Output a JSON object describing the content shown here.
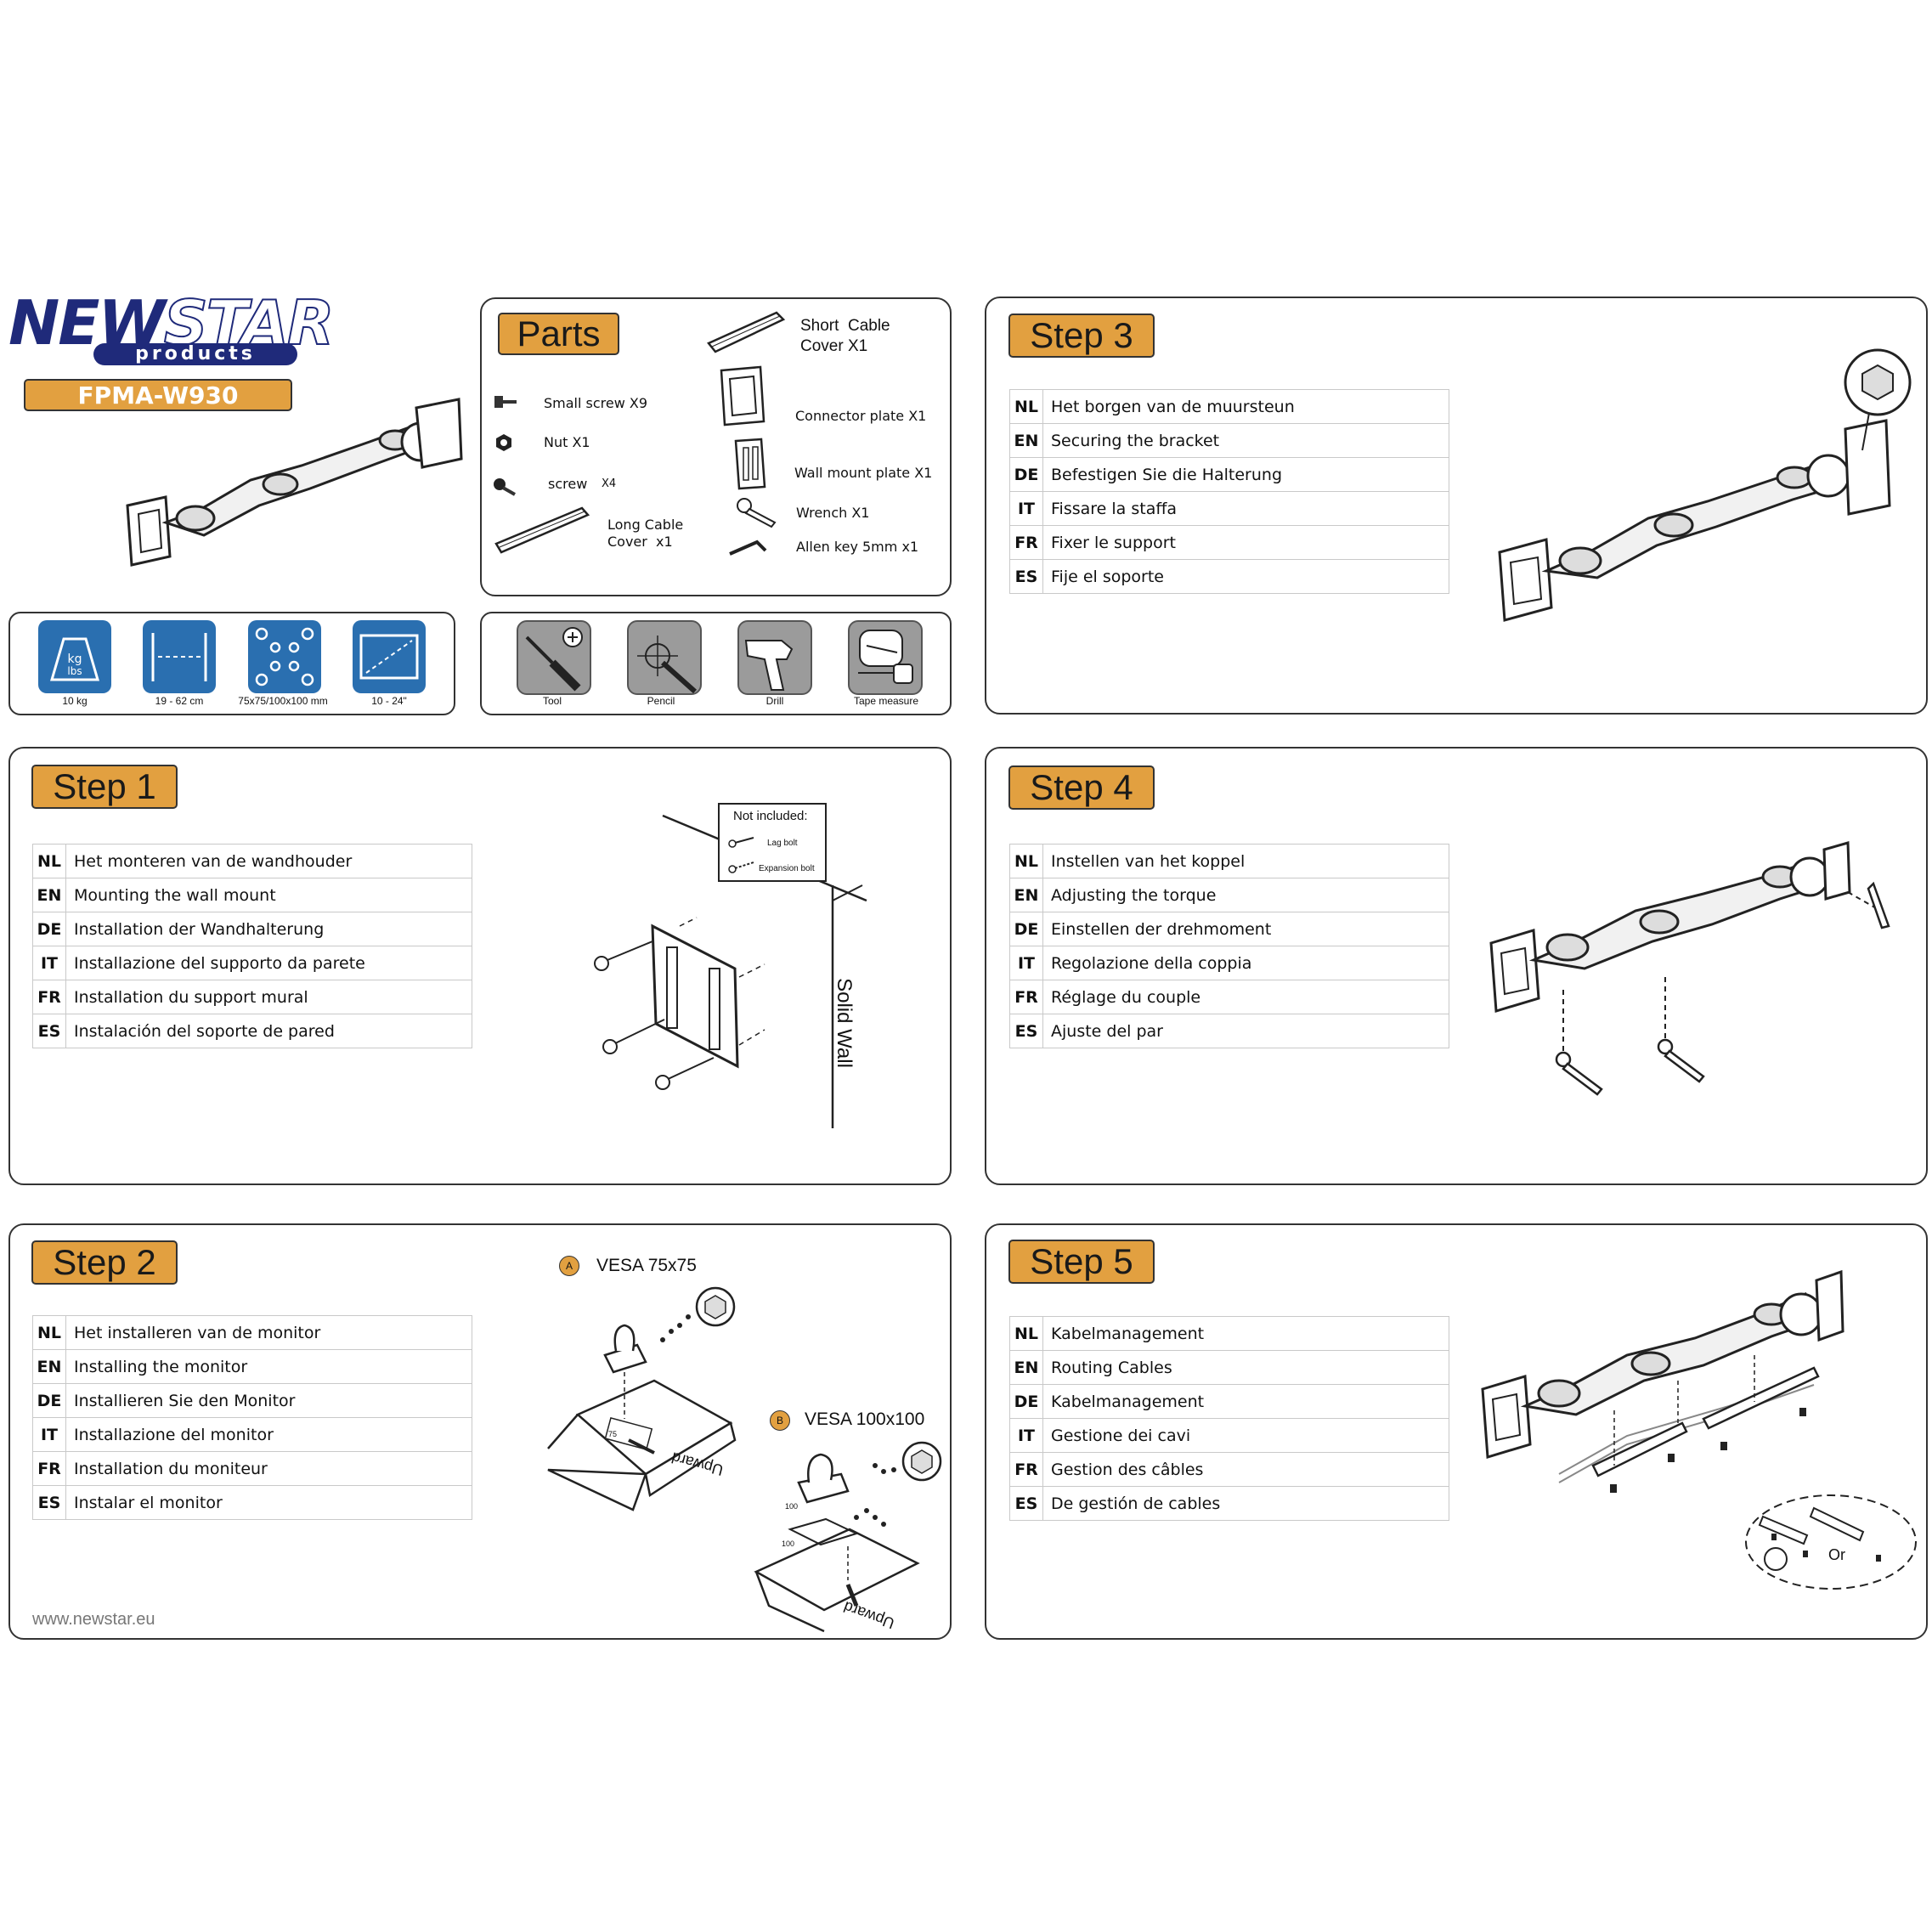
{
  "brand": {
    "name_part1": "NEW",
    "name_part2": "STAR",
    "sub": "products",
    "model": "FPMA-W930"
  },
  "specs": [
    {
      "icon": "weight-icon",
      "label": "10 kg",
      "icon_text": "kg\nlbs"
    },
    {
      "icon": "distance-icon",
      "label": "19 - 62 cm"
    },
    {
      "icon": "vesa-icon",
      "label": "75x75/100x100 mm"
    },
    {
      "icon": "screen-size-icon",
      "label": "10 - 24\""
    }
  ],
  "parts": {
    "title": "Parts",
    "items": {
      "small_screw": "Small screw X9",
      "nut": "Nut X1",
      "screw": "screw",
      "screw_qty": "X4",
      "long_cover": "Long Cable\nCover  x1",
      "short_cover": "Short  Cable\nCover X1",
      "connector": "Connector plate X1",
      "wall_plate": "Wall mount plate X1",
      "wrench": "Wrench X1",
      "allen": "Allen key 5mm x1"
    }
  },
  "tools": [
    {
      "icon": "screwdriver-icon",
      "label": "Tool"
    },
    {
      "icon": "pencil-icon",
      "label": "Pencil"
    },
    {
      "icon": "drill-icon",
      "label": "Drill"
    },
    {
      "icon": "tape-measure-icon",
      "label": "Tape measure"
    }
  ],
  "steps": {
    "step1": {
      "title": "Step 1",
      "rows": [
        {
          "code": "NL",
          "text": "Het monteren van de wandhouder"
        },
        {
          "code": "EN",
          "text": "Mounting the wall mount"
        },
        {
          "code": "DE",
          "text": "Installation der Wandhalterung"
        },
        {
          "code": "IT",
          "text": "Installazione del supporto da parete"
        },
        {
          "code": "FR",
          "text": "Installation du support mural"
        },
        {
          "code": "ES",
          "text": "Instalación del soporte de pared"
        }
      ],
      "not_included": "Not included:",
      "lag_bolt": "Lag bolt",
      "expansion_bolt": "Expansion bolt",
      "wall": "Solid Wall"
    },
    "step2": {
      "title": "Step 2",
      "rows": [
        {
          "code": "NL",
          "text": "Het installeren van de monitor"
        },
        {
          "code": "EN",
          "text": "Installing the monitor"
        },
        {
          "code": "DE",
          "text": "Installieren Sie den Monitor"
        },
        {
          "code": "IT",
          "text": "Installazione del monitor"
        },
        {
          "code": "FR",
          "text": "Installation du moniteur"
        },
        {
          "code": "ES",
          "text": "Instalar el monitor"
        }
      ],
      "vesa_a_marker": "A",
      "vesa_a": "VESA 75x75",
      "vesa_b_marker": "B",
      "vesa_b": "VESA 100x100",
      "upward": "Upward",
      "dim_75": "75",
      "dim_100": "100"
    },
    "step3": {
      "title": "Step 3",
      "rows": [
        {
          "code": "NL",
          "text": "Het borgen van de muursteun"
        },
        {
          "code": "EN",
          "text": "Securing the bracket"
        },
        {
          "code": "DE",
          "text": "Befestigen Sie die Halterung"
        },
        {
          "code": "IT",
          "text": "Fissare la staffa"
        },
        {
          "code": "FR",
          "text": "Fixer le support"
        },
        {
          "code": "ES",
          "text": "Fije el soporte"
        }
      ]
    },
    "step4": {
      "title": "Step 4",
      "rows": [
        {
          "code": "NL",
          "text": "Instellen van het koppel"
        },
        {
          "code": "EN",
          "text": "Adjusting the torque"
        },
        {
          "code": "DE",
          "text": "Einstellen der drehmoment"
        },
        {
          "code": "IT",
          "text": "Regolazione della coppia"
        },
        {
          "code": "FR",
          "text": "Réglage du couple"
        },
        {
          "code": "ES",
          "text": "Ajuste del par"
        }
      ]
    },
    "step5": {
      "title": "Step 5",
      "rows": [
        {
          "code": "NL",
          "text": "Kabelmanagement"
        },
        {
          "code": "EN",
          "text": "Routing Cables"
        },
        {
          "code": "DE",
          "text": "Kabelmanagement"
        },
        {
          "code": "IT",
          "text": "Gestione dei cavi"
        },
        {
          "code": "FR",
          "text": "Gestion des câbles"
        },
        {
          "code": "ES",
          "text": "De gestión de cables"
        }
      ],
      "or_label": "Or"
    }
  },
  "footer": {
    "url": "www.newstar.eu"
  },
  "colors": {
    "accent": "#e2a040",
    "brand_blue": "#1f2a7a",
    "spec_blue": "#2a6fb0"
  }
}
